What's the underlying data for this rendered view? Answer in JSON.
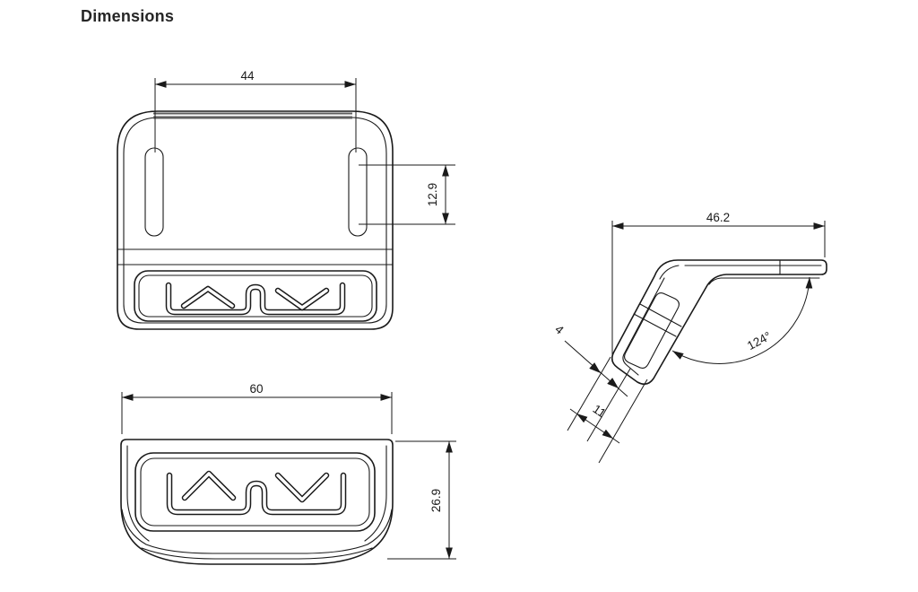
{
  "title": "Dimensions",
  "drawing": {
    "front_view": {
      "width_between_slots": "44",
      "slot_length": "12.9"
    },
    "bottom_view": {
      "overall_width": "60",
      "overall_height": "26.9"
    },
    "side_view": {
      "overall_depth": "46.2",
      "shell_thickness": "4",
      "body_thickness": "11",
      "bend_angle": "124°"
    }
  },
  "colors": {
    "line": "#1a1a1a",
    "background": "#ffffff",
    "top_band": "#5f5f5f"
  }
}
